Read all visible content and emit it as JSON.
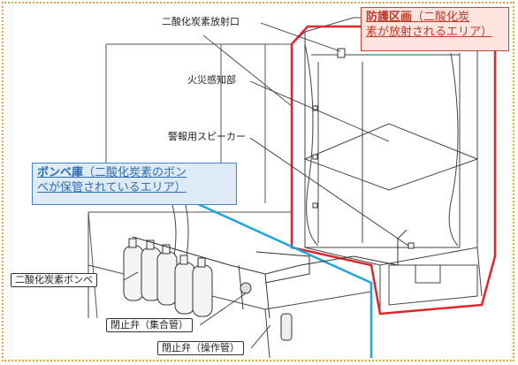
{
  "labels": {
    "co2_nozzle": "二酸化炭素放射口",
    "fire_detector": "火災感知部",
    "alarm_speaker": "警報用スピーカー",
    "co2_cylinder": "二酸化炭素ボンベ",
    "valve_manifold": "閉止弁（集合管）",
    "valve_operation": "閉止弁（操作管）"
  },
  "callouts": {
    "protected_area": {
      "title": "防護区画",
      "line1_rest": "（二酸化炭",
      "line2": "素が放射されるエリア）"
    },
    "cylinder_room": {
      "title": "ボンベ庫",
      "line1_rest": "（二酸化炭素のボン",
      "line2": "べが保管されているエリア）"
    }
  },
  "colors": {
    "frame": "#e8a33a",
    "protected_area_outline": "#e0262b",
    "cylinder_room_outline": "#1ea5e0",
    "drawing_line": "#444444"
  }
}
